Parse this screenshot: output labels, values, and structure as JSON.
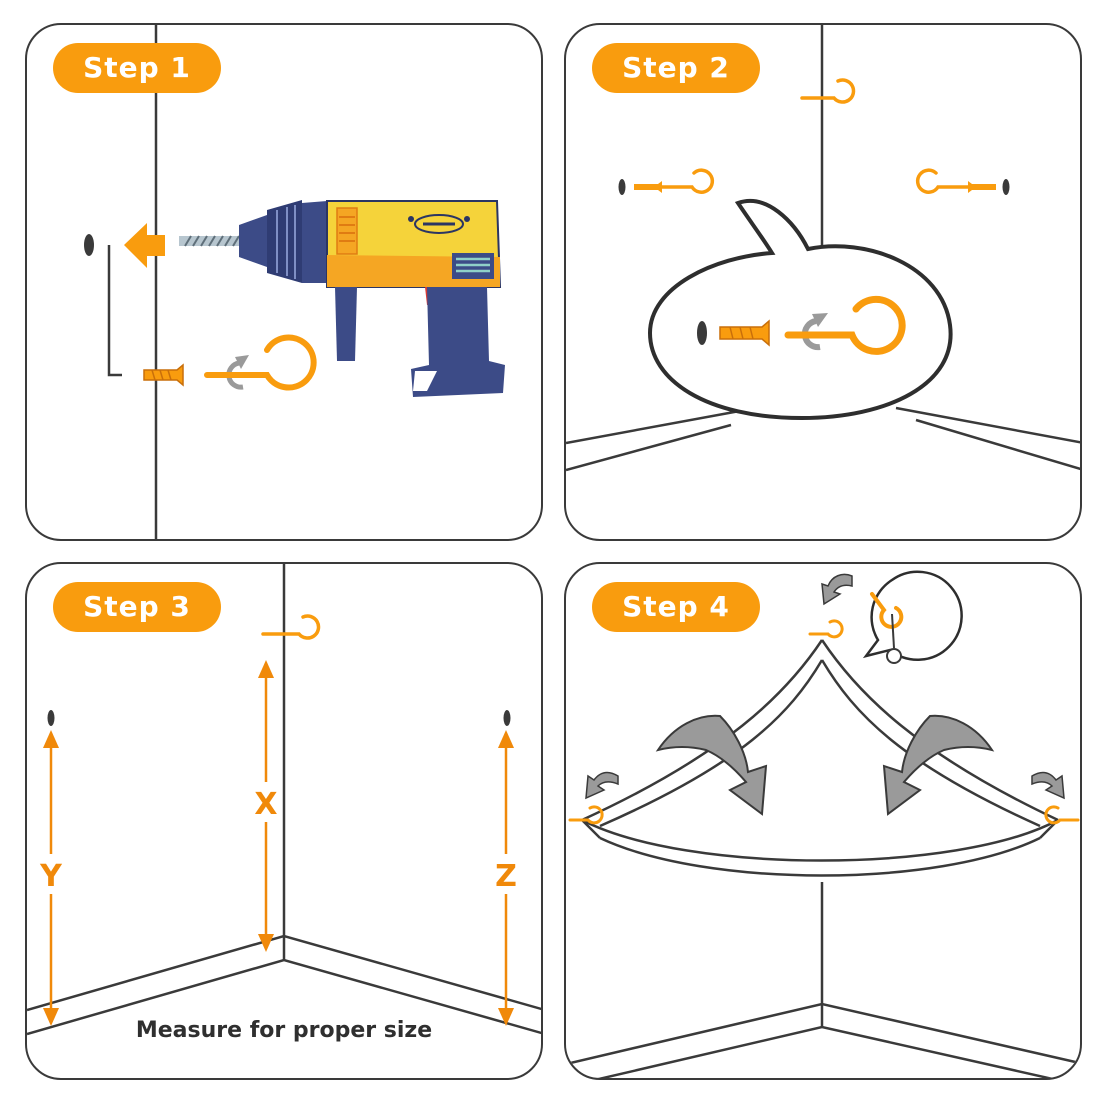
{
  "steps": [
    {
      "label": "Step 1"
    },
    {
      "label": "Step 2"
    },
    {
      "label": "Step 3",
      "measure_labels": {
        "y": "Y",
        "x": "X",
        "z": "Z"
      },
      "caption": "Measure for proper size"
    },
    {
      "label": "Step 4"
    }
  ],
  "colors": {
    "accent": "#f99c0e",
    "line": "#3a3a3a",
    "drill_yellow": "#f5d33a",
    "drill_navy": "#3c4b87",
    "arrow_gray": "#9a9a9a"
  }
}
